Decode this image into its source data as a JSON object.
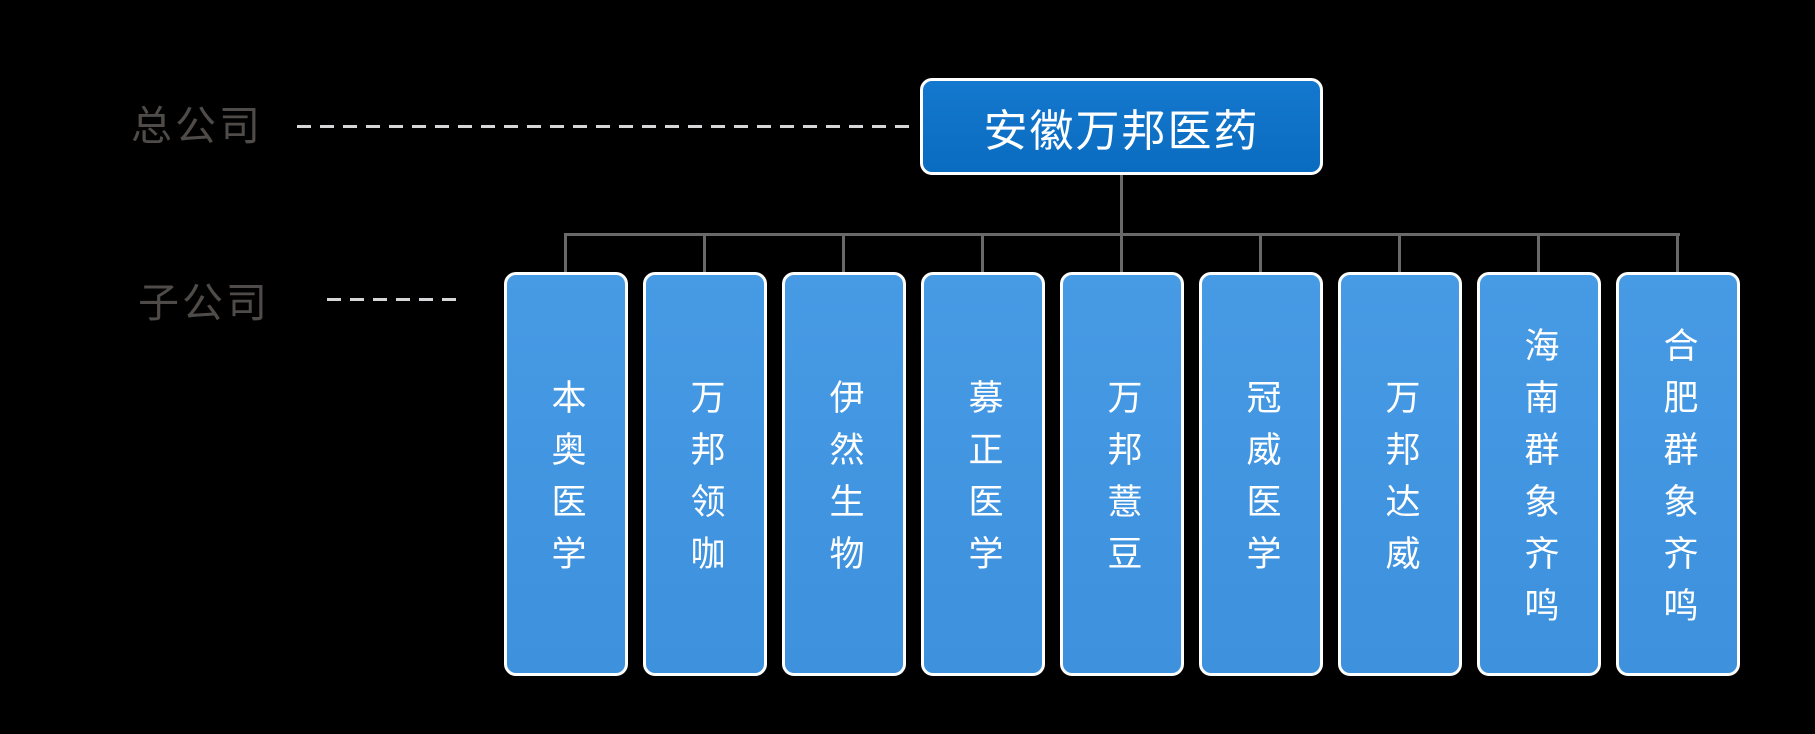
{
  "row_labels": {
    "parent": "总公司",
    "child": "子公司"
  },
  "root": {
    "label": "安徽万邦医药"
  },
  "children": [
    {
      "label": "本奥医学"
    },
    {
      "label": "万邦领咖"
    },
    {
      "label": "伊然生物"
    },
    {
      "label": "募正医学"
    },
    {
      "label": "万邦薏豆"
    },
    {
      "label": "冠威医学"
    },
    {
      "label": "万邦达威"
    },
    {
      "label": "海南群象齐鸣"
    },
    {
      "label": "合肥群象齐鸣"
    }
  ],
  "colors": {
    "background": "#000000",
    "root_fill": "#0d73c7",
    "child_fill": "#4195e0",
    "node_border": "#ffffff",
    "node_text": "#ffffff",
    "connector": "#696969",
    "dash_line": "#d6d6d8",
    "row_label_text": "#4e4b49"
  }
}
